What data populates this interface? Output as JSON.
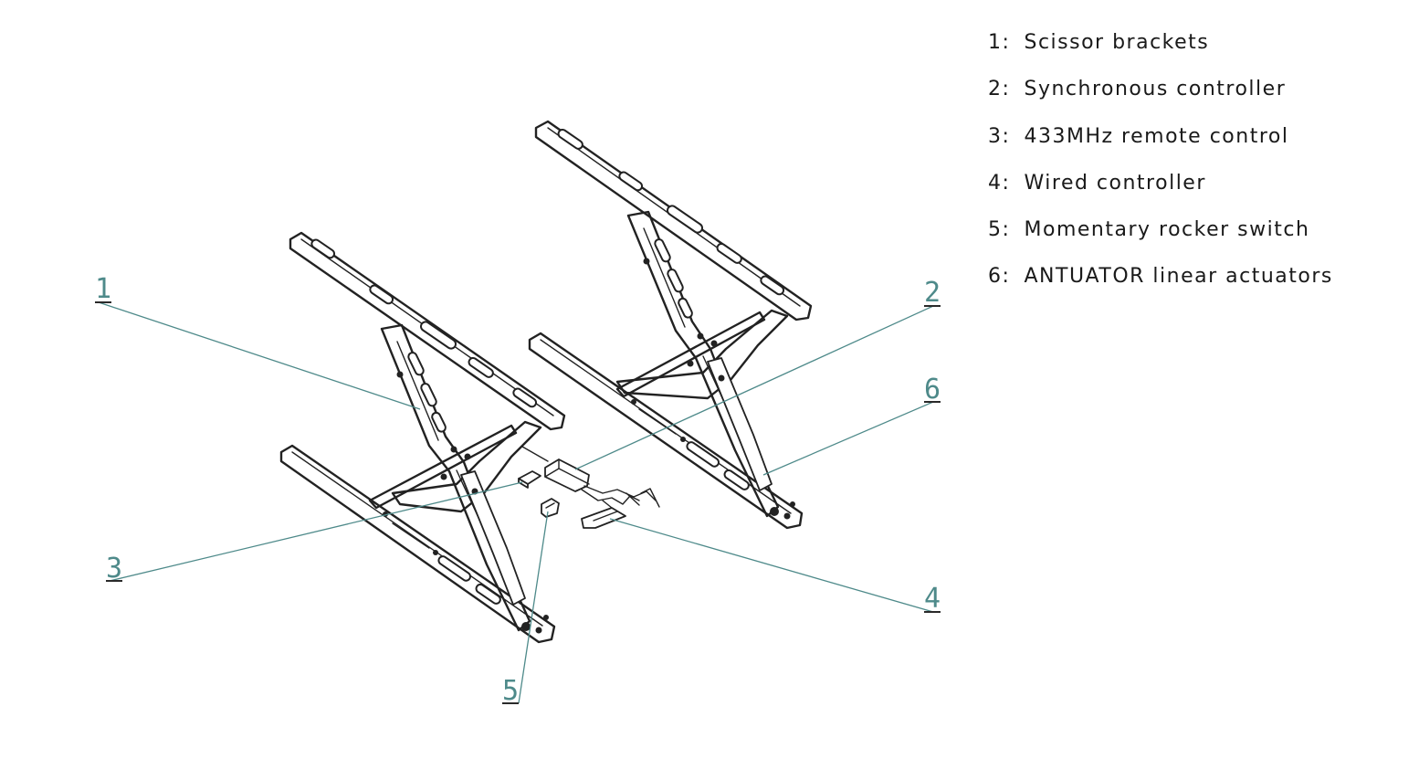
{
  "legend": [
    {
      "number": "1",
      "separator": ":",
      "label": "Scissor brackets"
    },
    {
      "number": "2",
      "separator": ":",
      "label": "Synchronous controller"
    },
    {
      "number": "3",
      "separator": ":",
      "label": "433MHz remote control"
    },
    {
      "number": "4",
      "separator": ":",
      "label": "Wired controller"
    },
    {
      "number": "5",
      "separator": ":",
      "label": "Momentary rocker switch"
    },
    {
      "number": "6",
      "separator": ":",
      "label": "ANTUATOR linear actuators"
    }
  ],
  "callouts": {
    "c1": "1",
    "c2": "2",
    "c3": "3",
    "c4": "4",
    "c5": "5",
    "c6": "6"
  },
  "colors": {
    "line_art": "#222222",
    "leader": "#4e8a8a",
    "background": "#ffffff"
  }
}
